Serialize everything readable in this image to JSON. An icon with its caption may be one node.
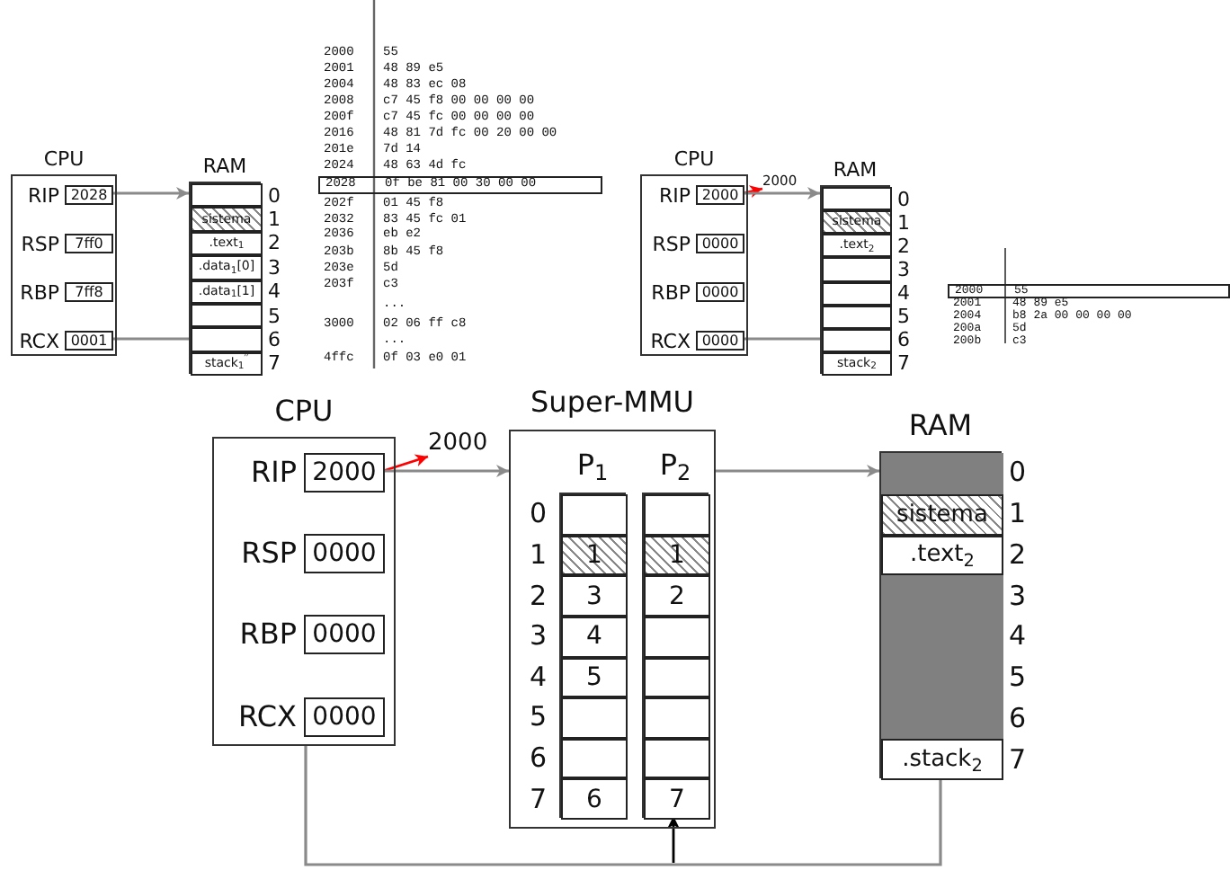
{
  "diagram": {
    "nodes": [
      {
        "text": [
          "CPU"
        ]
      },
      {
        "text": [
          "2028"
        ],
        "beside": [
          "RIP"
        ],
        "in": 0
      },
      {
        "text": [
          "7ff0"
        ],
        "beside": [
          "RSP"
        ],
        "in": 0
      },
      {
        "text": [
          "7ff8"
        ],
        "beside": [
          "RBP"
        ],
        "in": 0
      },
      {
        "text": [
          "0001"
        ],
        "beside": [
          "RCX"
        ],
        "in": 0
      },
      {
        "text": [
          "RAM"
        ]
      },
      {
        "text": [],
        "shape": "box",
        "beside": [
          "0"
        ],
        "in": 5
      },
      {
        "text": [
          "sistema"
        ],
        "beside": [
          "1"
        ],
        "in": 5
      },
      {
        "text": [
          ".text$_{1}$"
        ],
        "beside": [
          "2"
        ],
        "in": 5
      },
      {
        "text": [
          ".data$_{1}$[0]"
        ],
        "beside": [
          "3"
        ],
        "in": 5
      },
      {
        "text": [
          ".data$_{1}$[1]"
        ],
        "beside": [
          "4"
        ],
        "in": 5
      },
      {
        "text": [],
        "shape": "box",
        "beside": [
          "5"
        ],
        "in": 5
      },
      {
        "text": [],
        "shape": "box",
        "beside": [
          "6"
        ],
        "in": 5
      },
      {
        "text": [
          "stack$_{1}$$^{′′}$"
        ],
        "beside": [
          "7"
        ],
        "in": 5
      },
      {
        "text": [
          "2028",
          "0f be 81 00 30 00 00"
        ]
      },
      {
        "text": [
          "CPU"
        ]
      },
      {
        "text": [
          "2000"
        ],
        "beside": [
          "RIP"
        ],
        "in": 15
      },
      {
        "text": [
          "0000"
        ],
        "beside": [
          "RSP"
        ],
        "in": 15
      },
      {
        "text": [
          "0000"
        ],
        "beside": [
          "RBP"
        ],
        "in": 15
      },
      {
        "text": [
          "0000"
        ],
        "beside": [
          "RCX"
        ],
        "in": 15
      },
      {
        "text": [
          "2000"
        ]
      },
      {
        "text": [
          "RAM"
        ]
      },
      {
        "text": [],
        "shape": "box",
        "beside": [
          "0"
        ],
        "in": 21
      },
      {
        "text": [
          "sistema"
        ],
        "beside": [
          "1"
        ],
        "in": 21
      },
      {
        "text": [
          ".text$_{2}$"
        ],
        "beside": [
          "2"
        ],
        "in": 21
      },
      {
        "text": [],
        "shape": "box",
        "beside": [
          "3"
        ],
        "in": 21
      },
      {
        "text": [],
        "shape": "box",
        "beside": [
          "4"
        ],
        "in": 21
      },
      {
        "text": [],
        "shape": "box",
        "beside": [
          "5"
        ],
        "in": 21
      },
      {
        "text": [],
        "shape": "box",
        "beside": [
          "6"
        ],
        "in": 21
      },
      {
        "text": [
          "stack$_{2}$"
        ],
        "beside": [
          "7"
        ],
        "in": 21
      },
      {
        "text": [
          "2000",
          "55"
        ]
      },
      {
        "text": [
          "CPU"
        ]
      },
      {
        "text": [
          "2000"
        ],
        "beside": [
          "RIP"
        ],
        "in": 31
      },
      {
        "text": [
          "0000"
        ],
        "beside": [
          "RSP"
        ],
        "in": 31
      },
      {
        "text": [
          "0000"
        ],
        "beside": [
          "RBP"
        ],
        "in": 31
      },
      {
        "text": [
          "0000"
        ],
        "beside": [
          "RCX"
        ],
        "in": 31
      },
      {
        "text": [
          "2000"
        ]
      },
      {
        "text": [
          "Super-MMU"
        ]
      },
      {
        "text": [
          "P$_{1}$"
        ],
        "in": 37
      },
      {
        "text": [],
        "shape": "box",
        "beside": [
          "0"
        ],
        "in": 38
      },
      {
        "text": [
          "1"
        ],
        "beside": [
          "1"
        ],
        "in": 38
      },
      {
        "text": [
          "3"
        ],
        "beside": [
          "2"
        ],
        "in": 38
      },
      {
        "text": [
          "4"
        ],
        "beside": [
          "3"
        ],
        "in": 38
      },
      {
        "text": [
          "5"
        ],
        "beside": [
          "4"
        ],
        "in": 38
      },
      {
        "text": [],
        "shape": "box",
        "beside": [
          "5"
        ],
        "in": 38
      },
      {
        "text": [],
        "shape": "box",
        "beside": [
          "6"
        ],
        "in": 38
      },
      {
        "text": [
          "6"
        ],
        "beside": [
          "7"
        ],
        "in": 38
      },
      {
        "text": [
          "P$_{2}$"
        ],
        "in": 37
      },
      {
        "text": [],
        "shape": "box",
        "in": 47
      },
      {
        "text": [
          "1"
        ],
        "in": 47
      },
      {
        "text": [
          "2"
        ],
        "in": 47
      },
      {
        "text": [],
        "shape": "box",
        "in": 47
      },
      {
        "text": [],
        "shape": "box",
        "in": 47
      },
      {
        "text": [],
        "shape": "box",
        "in": 47
      },
      {
        "text": [],
        "shape": "box",
        "in": 47
      },
      {
        "text": [
          "7"
        ],
        "in": 47
      },
      {
        "text": [
          "RAM"
        ]
      },
      {
        "text": [],
        "shape": "box",
        "beside": [
          "0"
        ],
        "in": 56
      },
      {
        "text": [
          "sistema"
        ],
        "beside": [
          "1"
        ],
        "in": 56
      },
      {
        "text": [
          ".text$_{2}$"
        ],
        "beside": [
          "2"
        ],
        "in": 56
      },
      {
        "text": [],
        "shape": "box",
        "beside": [
          "3"
        ],
        "in": 56
      },
      {
        "text": [],
        "shape": "box",
        "beside": [
          "4"
        ],
        "in": 56
      },
      {
        "text": [],
        "shape": "box",
        "beside": [
          "5"
        ],
        "in": 56
      },
      {
        "text": [],
        "shape": "box",
        "beside": [
          "6"
        ],
        "in": 56
      },
      {
        "text": [
          ".stack$_{2}$"
        ],
        "beside": [
          "7"
        ],
        "in": 56
      }
    ],
    "edges": [
      {
        "from": 1,
        "to": 6,
        "arrow": "to"
      },
      {
        "from": 4,
        "to": 12,
        "arrow": "none"
      },
      {
        "from": 16,
        "to": 20,
        "arrow": "to",
        "color": "#ff0000"
      },
      {
        "from": 16,
        "to": 22,
        "arrow": "to"
      },
      {
        "from": 19,
        "to": 28,
        "arrow": "none"
      },
      {
        "from": 32,
        "to": 36,
        "arrow": "to",
        "color": "#ff0000"
      },
      {
        "from": 32,
        "to": 37,
        "arrow": "to"
      },
      {
        "from": 37,
        "to": 57,
        "arrow": "to"
      },
      {
        "from": 31,
        "to": 64,
        "arrow": "none"
      },
      {
        "from": null,
        "to": 47,
        "arrow": "to",
        "color": "#000000"
      }
    ],
    "labels": [
      "2000",
      "55",
      "2001",
      "48 89 e5",
      "2004",
      "48 83 ec 08",
      "2008",
      "c7 45 f8 00 00 00 00",
      "200f",
      "c7 45 fc 00 00 00 00",
      "2016",
      "48 81 7d fc 00 20 00 00",
      "201e",
      "7d 14",
      "2024",
      "48 63 4d fc",
      "202f",
      "01 45 f8",
      "2032",
      "83 45 fc 01",
      "2036",
      "eb e2",
      "203b",
      "8b 45 f8",
      "203e",
      "5d",
      "203f",
      "c3",
      "...",
      "3000",
      "02 06 ff c8",
      "...",
      "4ffc",
      "0f 03 e0 01",
      "2001",
      "48 89 e5",
      "2004",
      "b8 2a 00 00 00 00",
      "200a",
      "5d",
      "200b",
      "c3"
    ]
  }
}
